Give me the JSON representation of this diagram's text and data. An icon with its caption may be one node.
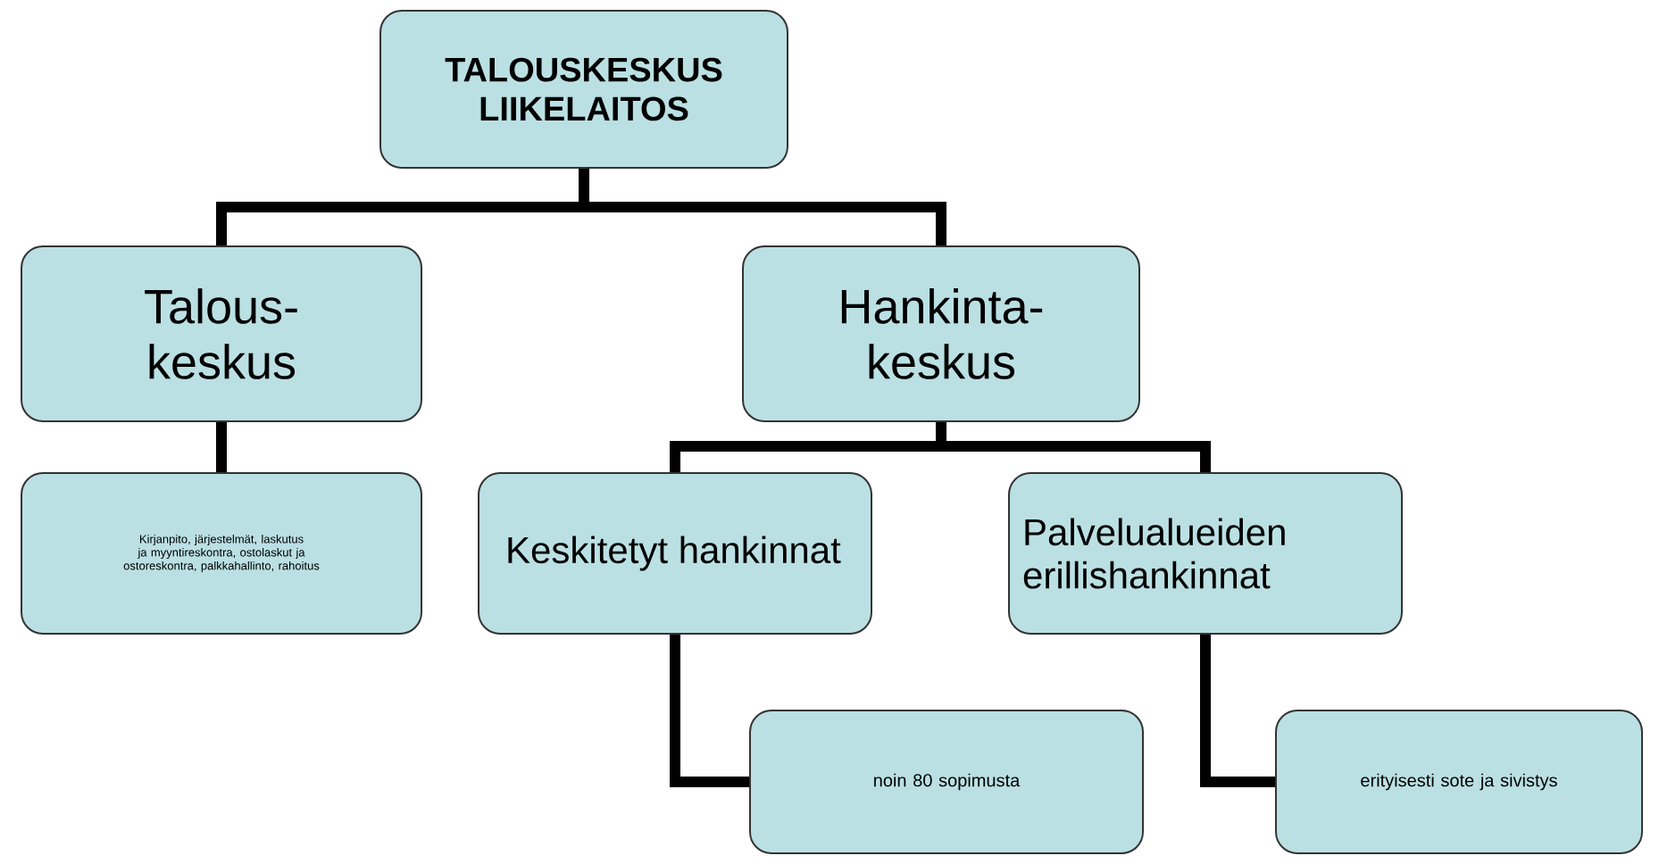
{
  "diagram": {
    "nodes": [
      {
        "text": [
          "TALOUSKESKUS LIIKELAITOS"
        ]
      },
      {
        "text": [
          "Talous- keskus"
        ]
      },
      {
        "text": [
          "Kirjanpito, järjestelmät, laskutus ja myyntireskontra, ostolaskut ja ostoreskontra, palkkahallinto, rahoitus"
        ]
      },
      {
        "text": [
          "Hankinta- keskus"
        ]
      },
      {
        "text": [
          "Keskitetyt hankinnat"
        ]
      },
      {
        "text": [
          "Palvelualueiden erillishankinnat"
        ]
      },
      {
        "text": [
          "noin 80 sopimusta"
        ]
      },
      {
        "text": [
          "erityisesti sote ja sivistys"
        ]
      }
    ],
    "edges": [
      {
        "from": 0,
        "to": 1,
        "arrow": "none"
      },
      {
        "from": 0,
        "to": 3,
        "arrow": "none"
      },
      {
        "from": 1,
        "to": 2,
        "arrow": "none"
      },
      {
        "from": 3,
        "to": 4,
        "arrow": "none"
      },
      {
        "from": 3,
        "to": 5,
        "arrow": "none"
      },
      {
        "from": 4,
        "to": 6,
        "arrow": "none"
      },
      {
        "from": 5,
        "to": 7,
        "arrow": "none"
      }
    ]
  }
}
